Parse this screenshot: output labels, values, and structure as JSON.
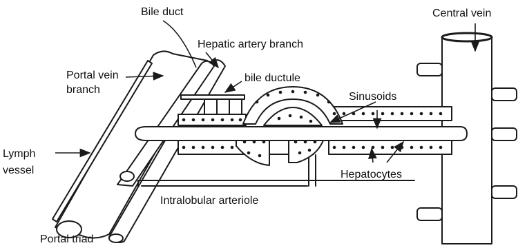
{
  "figure": {
    "labels": {
      "bile_duct": "Bile duct",
      "hepatic_artery_branch": "Hepatic artery branch",
      "portal_vein_branch_line1": "Portal vein",
      "portal_vein_branch_line2": "branch",
      "bile_ductule": "bile ductule",
      "sinusoids": "Sinusoids",
      "central_vein": "Central vein",
      "lymph_vessel_line1": "Lymph",
      "lymph_vessel_line2": "vessel",
      "hepatocytes": "Hepatocytes",
      "intralobular_arteriole": "Intralobular arteriole",
      "portal_triad": "Portal triad"
    },
    "colors": {
      "line": "#1a1a1a",
      "fill": "#ffffff"
    }
  }
}
